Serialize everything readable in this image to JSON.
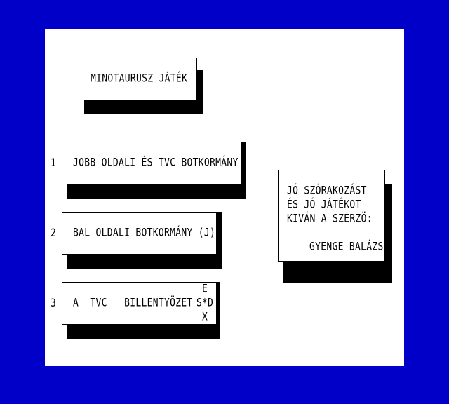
{
  "title": "MINOTAURUSZ JÁTÉK",
  "menu": [
    {
      "number": "1",
      "label": "JOBB OLDALI ÉS TVC BOTKORMÁNY"
    },
    {
      "number": "2",
      "label": "BAL OLDALI BOTKORMÁNY (J)"
    },
    {
      "number": "3",
      "label": "A  TVC   BILLENTYÖZET"
    }
  ],
  "keys": {
    "up": "E",
    "left": "S",
    "center": "*",
    "right": "D",
    "down": "X"
  },
  "message": {
    "line1": "JÓ SZÓRAKOZÁST",
    "line2": "ÉS JÓ JÁTÉKOT",
    "line3": "KIVÁN A SZERZÖ:",
    "author": "GYENGE BALÁZS"
  },
  "colors": {
    "border": "#0000c8",
    "screen": "#ffffff",
    "ink": "#000000"
  }
}
